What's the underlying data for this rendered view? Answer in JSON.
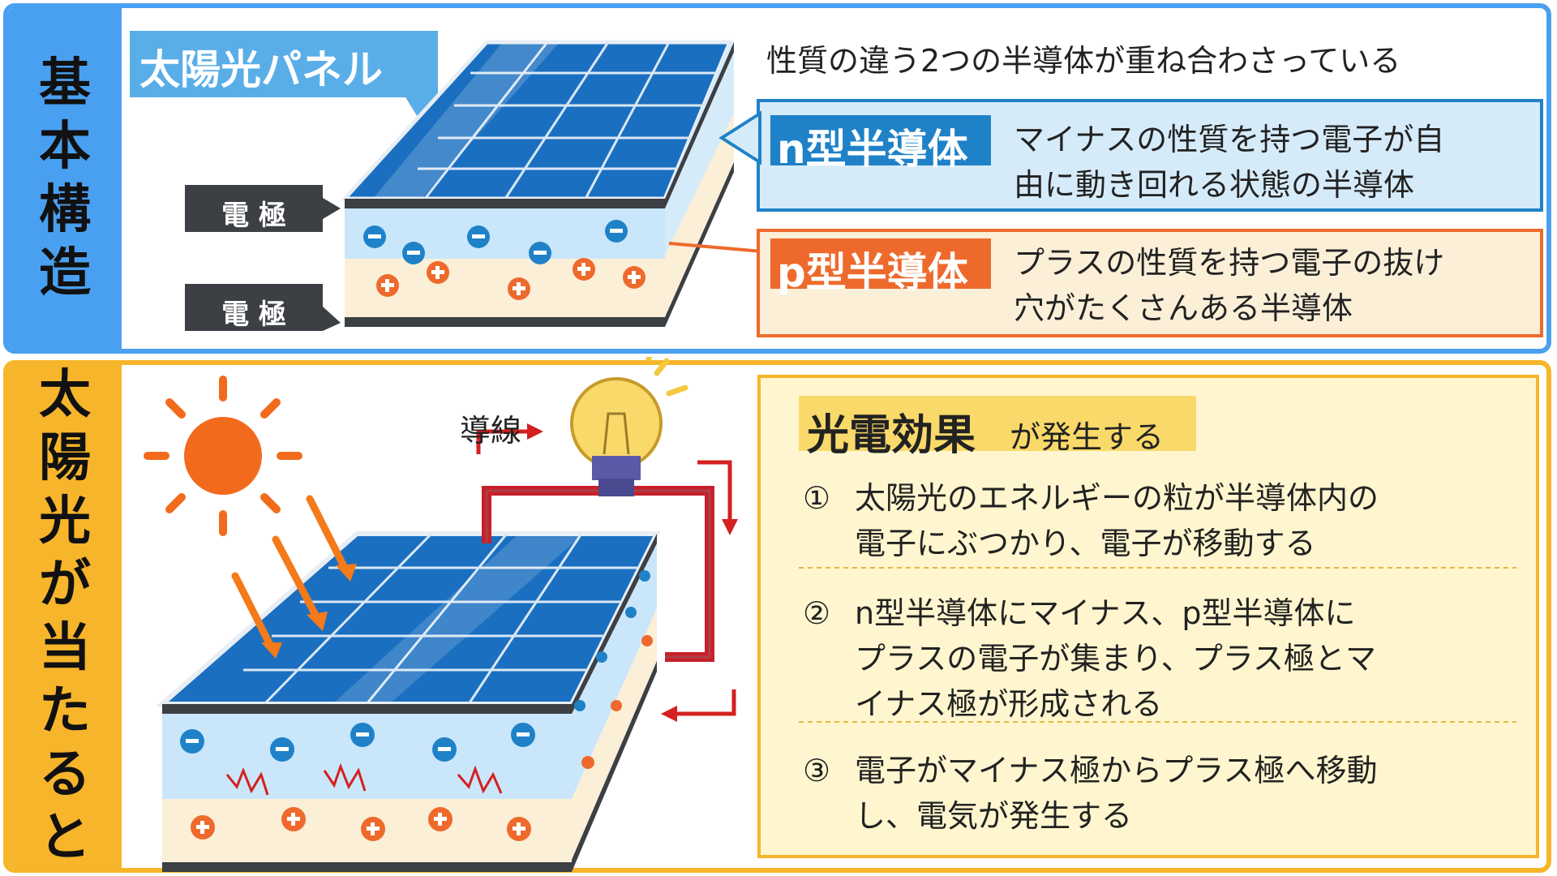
{
  "section1": {
    "side_label": [
      "基",
      "本",
      "構",
      "造"
    ],
    "panel_label": "太陽光パネル",
    "electrode_top": "電 極",
    "electrode_bottom": "電 極",
    "headline": "性質の違う2つの半導体が重ね合わさっている",
    "n_type": {
      "title": "n型半導体",
      "desc_line1": "マイナスの性質を持つ電子が自",
      "desc_line2": "由に動き回れる状態の半導体",
      "color": "#1f82c8"
    },
    "p_type": {
      "title": "p型半導体",
      "desc_line1": "プラスの性質を持つ電子の抜け",
      "desc_line2": "穴がたくさんある半導体",
      "color": "#ee6a2c"
    }
  },
  "section2": {
    "side_label": [
      "太",
      "陽",
      "光",
      "が",
      "当",
      "た",
      "る",
      "と"
    ],
    "wire_label": "導線",
    "effect_title": "光電効果",
    "effect_suffix": "が発生する",
    "steps": [
      {
        "num": "①",
        "line1": "太陽光のエネルギーの粒が半導体内の",
        "line2": "電子にぶつかり、電子が移動する"
      },
      {
        "num": "②",
        "line1": "n型半導体にマイナス、p型半導体に",
        "line2": "プラスの電子が集まり、プラス極とマ",
        "line3": "イナス極が形成される"
      },
      {
        "num": "③",
        "line1": "電子がマイナス極からプラス極へ移動",
        "line2": "し、電気が発生する"
      }
    ]
  },
  "colors": {
    "blue_accent": "#4aa0f0",
    "orange_accent": "#f6b52a",
    "minus": "#1f82c8",
    "plus": "#ee6a2c",
    "wire": "#c8202a"
  }
}
